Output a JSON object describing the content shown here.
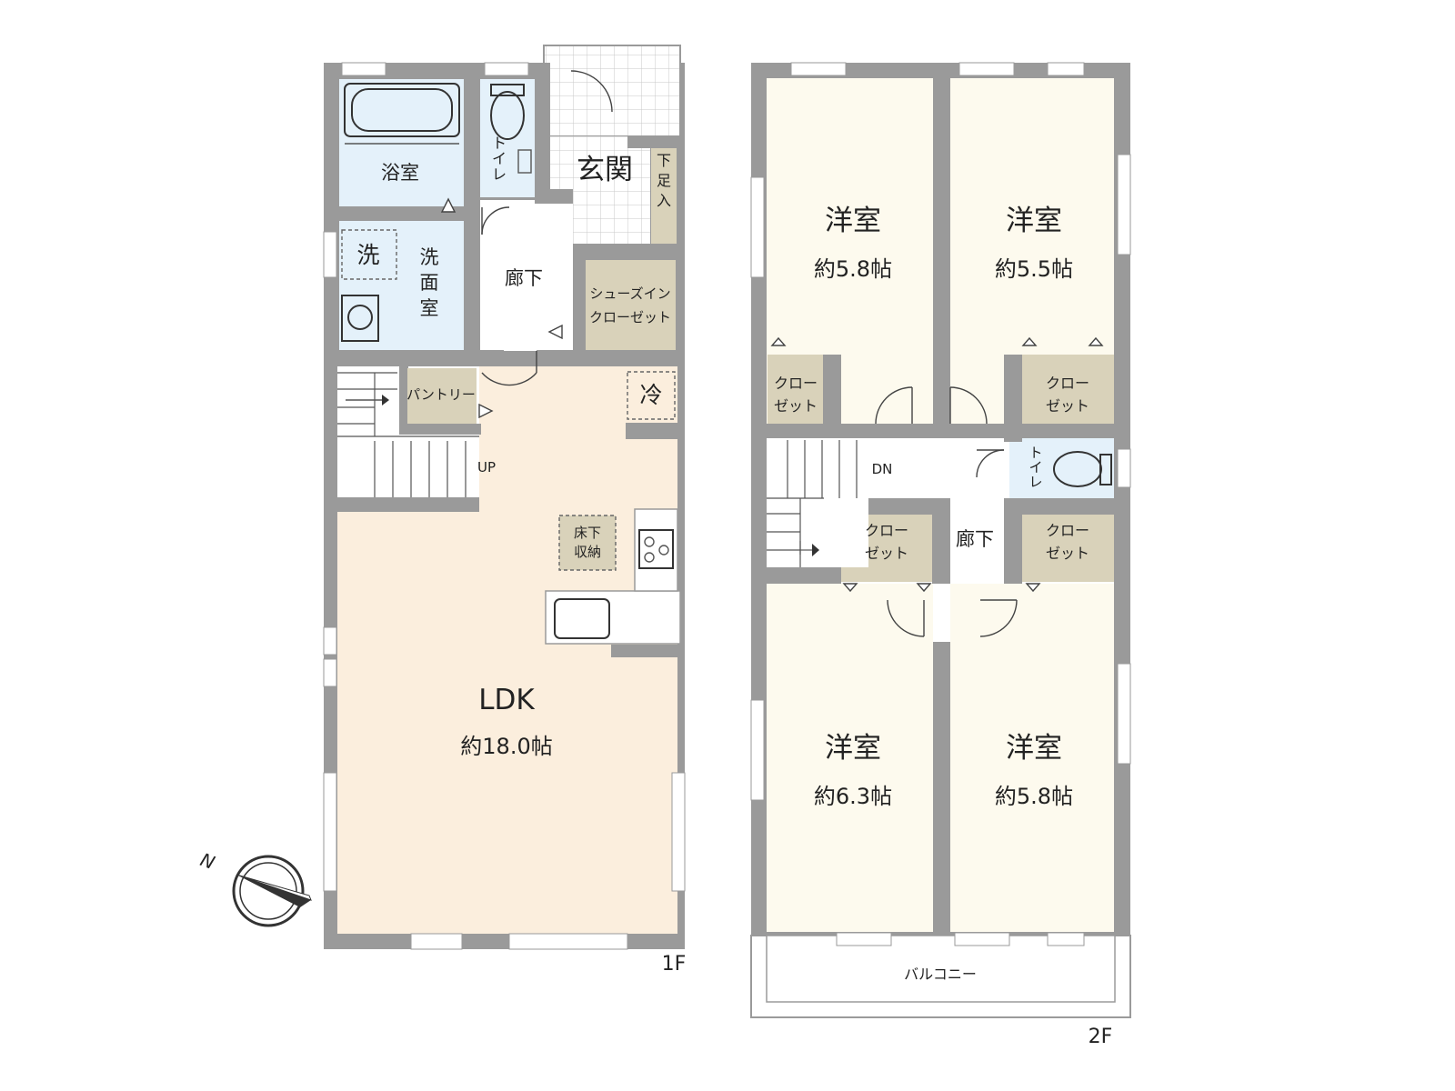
{
  "floor1": {
    "label": "1F",
    "rooms": {
      "bath": "浴室",
      "washer": "洗",
      "washroom": [
        "洗",
        "面",
        "室"
      ],
      "toilet": [
        "ト",
        "イ",
        "レ"
      ],
      "entrance": "玄関",
      "shoe_rack": [
        "下",
        "足",
        "入"
      ],
      "hallway": "廊下",
      "shoe_closet": [
        "シューズイン",
        "クローゼット"
      ],
      "pantry": "パントリー",
      "fridge": "冷",
      "underfloor": [
        "床下",
        "収納"
      ],
      "stairs_up": "UP",
      "ldk": "LDK",
      "ldk_area": "約18.0帖"
    }
  },
  "floor2": {
    "label": "2F",
    "rooms": {
      "room_nw": "洋室",
      "room_nw_area": "約5.8帖",
      "room_ne": "洋室",
      "room_ne_area": "約5.5帖",
      "room_sw": "洋室",
      "room_sw_area": "約6.3帖",
      "room_se": "洋室",
      "room_se_area": "約5.8帖",
      "closet": [
        "クロー",
        "ゼット"
      ],
      "toilet": [
        "ト",
        "イ",
        "レ"
      ],
      "hallway": "廊下",
      "stairs_dn": "DN",
      "balcony": "バルコニー"
    }
  },
  "compass": {
    "north": "N"
  },
  "colors": {
    "wall": "#9a9a9a",
    "ldk": "#fbeedd",
    "bedroom": "#fdfaee",
    "wet_area": "#e4f1fa",
    "storage": "#d9d2ba",
    "tile": "#c9c9c9",
    "white": "#ffffff"
  }
}
